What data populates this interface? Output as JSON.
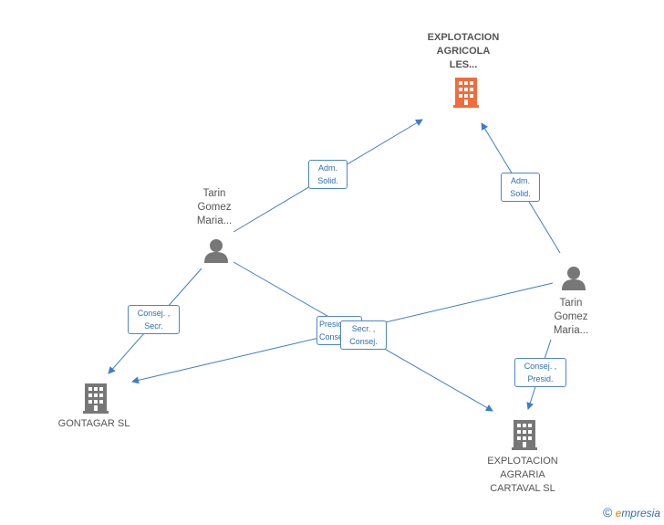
{
  "nodes": {
    "explotacion_agricola": {
      "label": "EXPLOTACION\nAGRICOLA\nLES..."
    },
    "tarin_1": {
      "label": "Tarin\nGomez\nMaria..."
    },
    "tarin_2": {
      "label": "Tarin\nGomez\nMaria..."
    },
    "gontagar": {
      "label": "GONTAGAR SL"
    },
    "explotacion_agraria": {
      "label": "EXPLOTACION\nAGRARIA\nCARTAVAL SL"
    }
  },
  "edges": {
    "e1": {
      "label_1": "Adm.",
      "label_2": "Solid."
    },
    "e2": {
      "label_1": "Adm.",
      "label_2": "Solid."
    },
    "e3": {
      "label_1": "Consej. ,",
      "label_2": "Secr."
    },
    "e4": {
      "label_1": "Presid. ,",
      "label_2": "Consej."
    },
    "e5": {
      "label_1": "Secr. ,",
      "label_2": "Consej."
    },
    "e6": {
      "label_1": "Consej. ,",
      "label_2": "Presid."
    }
  },
  "brand": {
    "copyright": "©",
    "e": "e",
    "rest": "mpresia"
  },
  "colors": {
    "main_company": "#f26b3a",
    "company": "#777777",
    "person": "#777777",
    "edge": "#3d7cc9"
  }
}
